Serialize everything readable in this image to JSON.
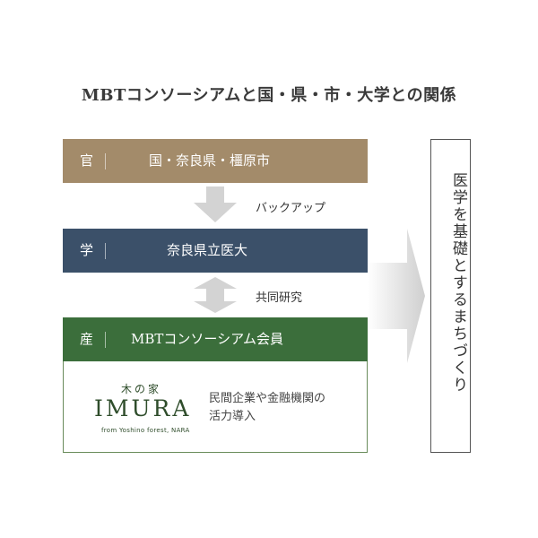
{
  "title": "MBTコンソーシアムと国・県・市・大学との関係",
  "bands": {
    "government": {
      "tag": "官",
      "text": "国・奈良県・橿原市",
      "color": "#a38b6a"
    },
    "academia": {
      "tag": "学",
      "text": "奈良県立医大",
      "color": "#3b5069"
    },
    "industry": {
      "tag": "産",
      "text": "MBTコンソーシアム会員",
      "color": "#3b6e3b"
    }
  },
  "connectors": {
    "backup": "バックアップ",
    "joint_research": "共同研究"
  },
  "member": {
    "logo_top": "木の家",
    "logo_main": "IMURA",
    "logo_sub": "from Yoshino forest, NARA",
    "desc_line1": "民間企業や金融機関の",
    "desc_line2": "活力導入"
  },
  "goal": "医学を基礎とするまちづくり"
}
